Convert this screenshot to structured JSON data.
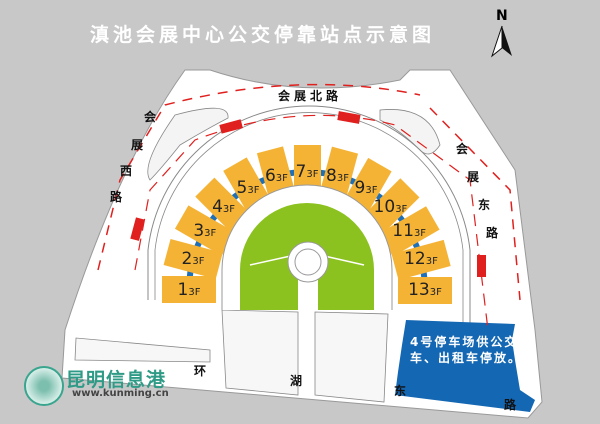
{
  "title": "滇池会展中心公交停靠站点示意图",
  "compass": {
    "label": "N"
  },
  "roads": {
    "north": "会展北路",
    "west": [
      "会",
      "展",
      "西",
      "路"
    ],
    "east": [
      "会",
      "展",
      "东",
      "路"
    ],
    "south": [
      "环",
      "湖",
      "东",
      "路"
    ]
  },
  "halls": [
    {
      "num": "1",
      "floor": "3F"
    },
    {
      "num": "2",
      "floor": "3F"
    },
    {
      "num": "3",
      "floor": "3F"
    },
    {
      "num": "4",
      "floor": "3F"
    },
    {
      "num": "5",
      "floor": "3F"
    },
    {
      "num": "6",
      "floor": "3F"
    },
    {
      "num": "7",
      "floor": "3F"
    },
    {
      "num": "8",
      "floor": "3F"
    },
    {
      "num": "9",
      "floor": "3F"
    },
    {
      "num": "10",
      "floor": "3F"
    },
    {
      "num": "11",
      "floor": "3F"
    },
    {
      "num": "12",
      "floor": "3F"
    },
    {
      "num": "13",
      "floor": "3F"
    }
  ],
  "parking_note": {
    "line1": "4号停车场供公交",
    "line2": "车、出租车停放。"
  },
  "logo": {
    "name": "昆明信息港",
    "url": "www.kunming.cn"
  },
  "colors": {
    "hall": "#f5b335",
    "field": "#8cc21f",
    "parking": "#1467b3",
    "route": "#e0201e",
    "ring": "#1d6fb8"
  }
}
